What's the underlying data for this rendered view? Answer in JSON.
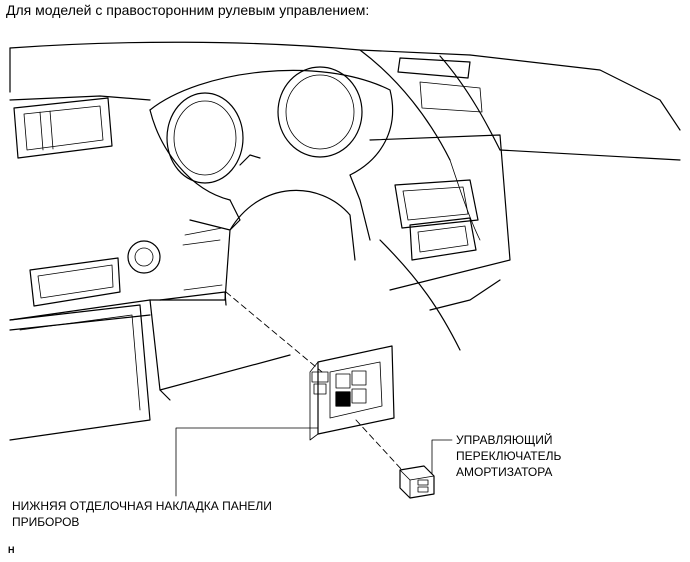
{
  "heading": "Для моделей с правосторонним рулевым управлением:",
  "labels": {
    "shock_switch_line1": "УПРАВЛЯЮЩИЙ",
    "shock_switch_line2": "ПЕРЕКЛЮЧАТЕЛЬ",
    "shock_switch_line3": "АМОРТИЗАТОРА",
    "lower_panel_line1": "НИЖНЯЯ ОТДЕЛОЧНАЯ НАКЛАДКА ПАНЕЛИ",
    "lower_panel_line2": "ПРИБОРОВ"
  },
  "figure_code": "H"
}
